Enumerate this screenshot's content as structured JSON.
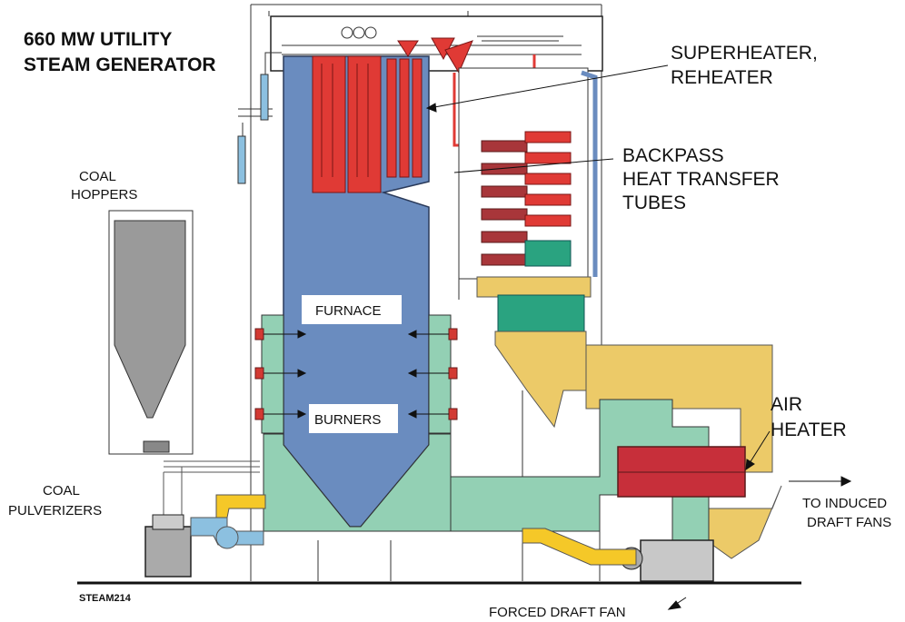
{
  "title": {
    "line1": "660 MW  UTILITY",
    "line2": "STEAM GENERATOR"
  },
  "labels": {
    "superheater_line1": "SUPERHEATER,",
    "superheater_line2": "REHEATER",
    "backpass_line1": "BACKPASS",
    "backpass_line2": "HEAT TRANSFER",
    "backpass_line3": "TUBES",
    "coal_hoppers_line1": "COAL",
    "coal_hoppers_line2": "HOPPERS",
    "furnace": "FURNACE",
    "burners": "BURNERS",
    "air_heater_line1": "AIR",
    "air_heater_line2": "HEATER",
    "to_induced_line1": "TO INDUCED",
    "to_induced_line2": "DRAFT FANS",
    "coal_pulverizers_line1": "COAL",
    "coal_pulverizers_line2": "PULVERIZERS",
    "forced_draft_fan": "FORCED DRAFT FAN",
    "drawing_id": "STEAM214"
  },
  "colors": {
    "furnace_blue": "#6a8cbf",
    "superheater_red": "#e03a35",
    "backpass_dark_red": "#a8363a",
    "duct_teal": "#93d0b4",
    "flue_yellow": "#ecca68",
    "air_heater_red": "#c72f3a",
    "hopper_gray": "#9a9a9a",
    "pulverizer_duct_yellow": "#f5c828",
    "air_duct_blue": "#8cc0e0",
    "green_bank": "#2aa380",
    "outline": "#222222"
  }
}
